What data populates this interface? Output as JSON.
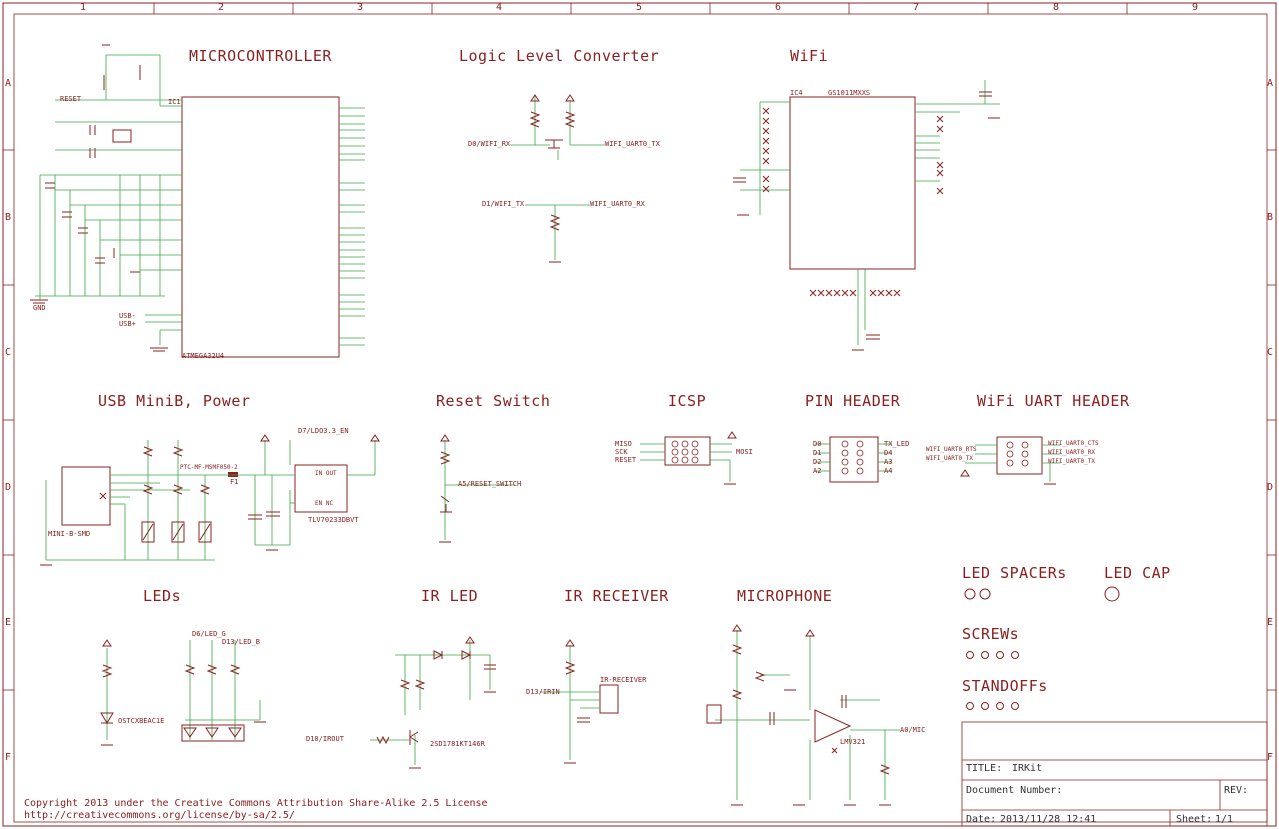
{
  "frame": {
    "columns": [
      "1",
      "2",
      "3",
      "4",
      "5",
      "6",
      "7",
      "8",
      "9"
    ],
    "rows": [
      "A",
      "B",
      "C",
      "D",
      "E",
      "F"
    ]
  },
  "sections": {
    "microcontroller": "MICROCONTROLLER",
    "logic_level": "Logic Level Converter",
    "wifi": "WiFi",
    "usb_power": "USB MiniB, Power",
    "reset_switch": "Reset Switch",
    "icsp": "ICSP",
    "pin_header": "PIN HEADER",
    "wifi_uart_header": "WiFi UART HEADER",
    "leds": "LEDs",
    "ir_led": "IR LED",
    "ir_receiver": "IR RECEIVER",
    "microphone": "MICROPHONE",
    "led_spacers": "LED SPACERs",
    "led_cap": "LED CAP",
    "screws": "SCREWs",
    "standoffs": "STANDOFFs"
  },
  "labels": {
    "reset_net": "RESET",
    "gnd": "GND",
    "usb_minus": "USB-",
    "usb_plus": "USB+",
    "mcu_part": "ATMEGA32U4",
    "mcu_ref": "IC1",
    "wifi_part": "GS1011MXXS",
    "wifi_ref": "IC4",
    "ic2_part": "TLV70233DBVT",
    "vin_out": "IN   OUT",
    "en_nc": "EN   NC",
    "d7_ldo": "D7/LDO3.3_EN",
    "fuse": "F1",
    "ptc": "PTC-MF-MSMF050-2",
    "mini_usb": "MINI-B-SMD",
    "reset_switch_net": "A5/RESET_SWITCH",
    "icsp_pins": [
      "MISO",
      "SCK",
      "RESET"
    ],
    "icsp_right": [
      "MOSI"
    ],
    "pin_header_left": [
      "D0",
      "D1",
      "D2",
      "A2"
    ],
    "pin_header_right": [
      "TX_LED",
      "D4",
      "A3",
      "A4"
    ],
    "uart_left": [
      "WIFI_UART0_RTS",
      "WIFI_UART0_TX"
    ],
    "uart_right": [
      "WIFI_UART0_CTS",
      "WIFI_UART0_RX",
      "WIFI_UART0_TX"
    ],
    "d6_led": "D6/LED_G",
    "d13_led": "D13/LED_B",
    "irled_net": "D10/IROUT",
    "ir_transistor": "2SD1781KT146R",
    "irrecv_net": "D13/IRIN",
    "ir_receiver_part": "IR-RECEIVER",
    "mic_part": "LMV321",
    "mic_out": "A0/MIC",
    "logic_rx": "D0/WIFI_RX",
    "logic_tx": "D1/WIFI_TX",
    "wifi_uart_tx": "WIFI_UART0_TX",
    "wifi_uart_rx": "WIFI_UART0_RX",
    "led_part": "OSTCXBEAC1E"
  },
  "title_block": {
    "title_label": "TITLE:",
    "title": "IRKit",
    "docnum_label": "Document Number:",
    "rev_label": "REV:",
    "date_label": "Date:",
    "date": "2013/11/28 12:41",
    "sheet_label": "Sheet:",
    "sheet": "1/1"
  },
  "copyright": {
    "line1": "Copyright 2013 under the Creative Commons Attribution Share-Alike 2.5 License",
    "line2": "http://creativecommons.org/license/by-sa/2.5/"
  },
  "colors": {
    "frame": "#8b2020",
    "wire": "#39a845",
    "symbol": "#8b2020",
    "text": "#8b2020"
  }
}
